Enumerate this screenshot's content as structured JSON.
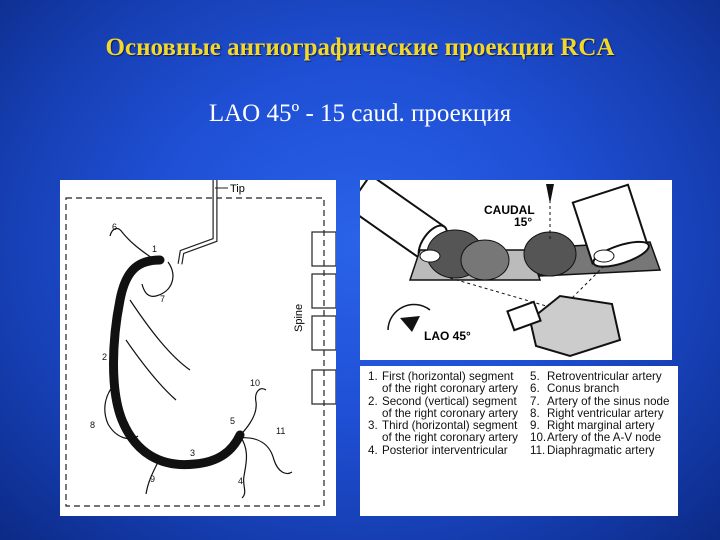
{
  "slide": {
    "title": "Основные ангиографические проекции  RCA",
    "subtitle": "LAO 45º - 15 caud.  проекция"
  },
  "diagram": {
    "tip_label": "Tip",
    "spine_label": "Spine",
    "segment_numbers": [
      "1",
      "2",
      "3",
      "4",
      "5",
      "6",
      "7",
      "8",
      "9",
      "10",
      "11"
    ],
    "caudal_label": "CAUDAL",
    "caudal_angle": "15°",
    "lao_label": "LAO 45°"
  },
  "legend": {
    "left": [
      {
        "num": "1.",
        "text": "First (horizontal) segment"
      },
      {
        "num": "",
        "text": "of the right coronary artery"
      },
      {
        "num": "2.",
        "text": "Second (vertical) segment"
      },
      {
        "num": "",
        "text": "of the right coronary artery"
      },
      {
        "num": "3.",
        "text": "Third (horizontal) segment"
      },
      {
        "num": "",
        "text": "of the right coronary artery"
      },
      {
        "num": "4.",
        "text": "Posterior interventricular"
      }
    ],
    "right": [
      {
        "num": "5.",
        "text": "Retroventricular artery"
      },
      {
        "num": "6.",
        "text": "Conus branch"
      },
      {
        "num": "7.",
        "text": "Artery of the sinus node"
      },
      {
        "num": "8.",
        "text": "Right ventricular artery"
      },
      {
        "num": "9.",
        "text": "Right marginal artery"
      },
      {
        "num": "10.",
        "text": "Artery of the A-V node"
      },
      {
        "num": "11.",
        "text": "Diaphragmatic artery"
      }
    ]
  }
}
